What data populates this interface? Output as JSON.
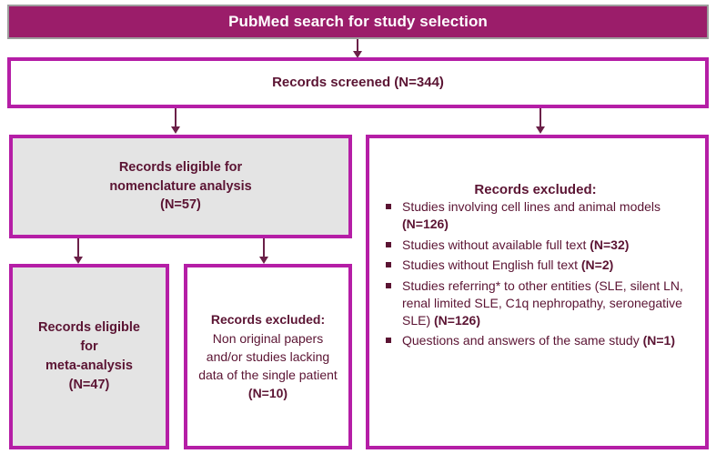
{
  "header": {
    "title": "PubMed search for study selection",
    "fill_color": "#9B1D6A",
    "border_color": "#9D9D9D",
    "text_color": "#FFFFFF"
  },
  "theme": {
    "box_border_color": "#B51EA6",
    "box_fill_white": "#FFFFFF",
    "box_fill_grey": "#E4E4E4",
    "text_color": "#5B1433",
    "connector_color": "#6B2048"
  },
  "boxes": {
    "screened": {
      "label": "Records screened (N=344)",
      "count": 344
    },
    "nomenclature": {
      "line1": "Records eligible for",
      "line2": "nomenclature analysis",
      "line3": "(N=57)",
      "count": 57
    },
    "meta_analysis": {
      "line1": "Records eligible",
      "line2": "for",
      "line3": "meta-analysis",
      "line4": "(N=47)",
      "count": 47
    },
    "excluded_small": {
      "heading": "Records excluded:",
      "body": "Non original papers and/or studies lacking data of the single patient ",
      "count_label": "(N=10)",
      "count": 10
    },
    "excluded_big": {
      "heading": "Records excluded:",
      "items": [
        {
          "text": "Studies involving cell lines and animal models ",
          "count_label": "(N=126)",
          "count": 126
        },
        {
          "text": "Studies without available full text ",
          "count_label": "(N=32)",
          "count": 32
        },
        {
          "text": "Studies without English full text ",
          "count_label": "(N=2)",
          "count": 2
        },
        {
          "text": "Studies referring* to other entities (SLE, silent LN, renal limited SLE, C1q nephropathy, seronegative SLE) ",
          "count_label": "(N=126)",
          "count": 126
        },
        {
          "text": "Questions and answers of the same study ",
          "count_label": "(N=1)",
          "count": 1
        }
      ]
    }
  },
  "connectors": [
    {
      "name": "header-to-screened",
      "from": "header",
      "to": "screened"
    },
    {
      "name": "screened-to-nomenclature",
      "from": "screened",
      "to": "nomenclature"
    },
    {
      "name": "screened-to-excluded-big",
      "from": "screened",
      "to": "excluded_big"
    },
    {
      "name": "nomenclature-to-meta",
      "from": "nomenclature",
      "to": "meta_analysis"
    },
    {
      "name": "nomenclature-to-excluded-small",
      "from": "nomenclature",
      "to": "excluded_small"
    }
  ]
}
